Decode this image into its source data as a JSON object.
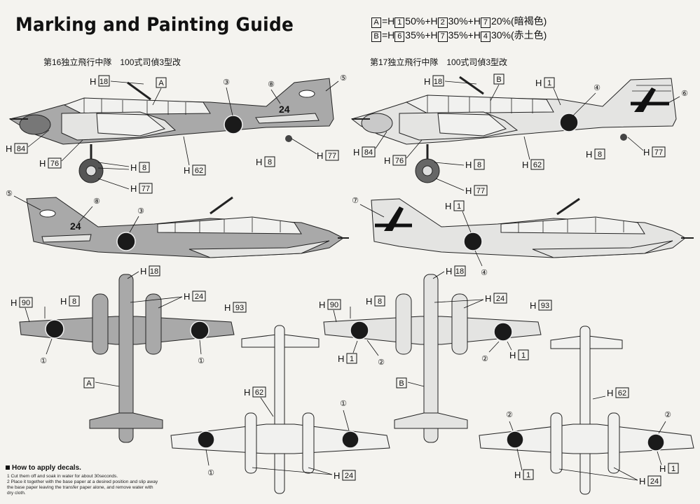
{
  "title": "Marking and Painting Guide",
  "formulas": [
    {
      "letter": "A",
      "parts": [
        {
          "code": "1",
          "pct": "50%"
        },
        {
          "code": "2",
          "pct": "30%"
        },
        {
          "code": "7",
          "pct": "20%"
        }
      ],
      "note": "(暗褐色)"
    },
    {
      "letter": "B",
      "parts": [
        {
          "code": "6",
          "pct": "35%"
        },
        {
          "code": "7",
          "pct": "35%"
        },
        {
          "code": "4",
          "pct": "30%"
        }
      ],
      "note": "(赤土色)"
    }
  ],
  "units": {
    "left": "第16独立飛行中隊　100式司偵3型改",
    "right": "第17独立飛行中隊　100式司偵3型改"
  },
  "tail_codes": {
    "left": "24"
  },
  "colors": {
    "scheme_a": "#a9a9a9",
    "scheme_b": "#e4e4e2",
    "roundel": "#1a1a1a"
  },
  "callouts": {
    "h18": "18",
    "h84": "84",
    "h76": "76",
    "h8": "8",
    "h77": "77",
    "h62": "62",
    "h1": "1",
    "h90": "90",
    "h24": "24",
    "h93": "93",
    "c1": "①",
    "c2": "②",
    "c3": "③",
    "c4": "④",
    "c5": "⑤",
    "c6": "⑥",
    "c7": "⑦",
    "c8": "⑧",
    "boxA": "A",
    "boxB": "B",
    "H": "H"
  },
  "instructions": {
    "heading": "How to apply decals.",
    "steps": [
      "1  Cut them off and soak in water for about 30seconds.",
      "2  Place it together with the base paper at a desired position and slip away",
      "   the base paper leaving the transfer paper alone, and remove water with",
      "   dry cloth."
    ]
  }
}
